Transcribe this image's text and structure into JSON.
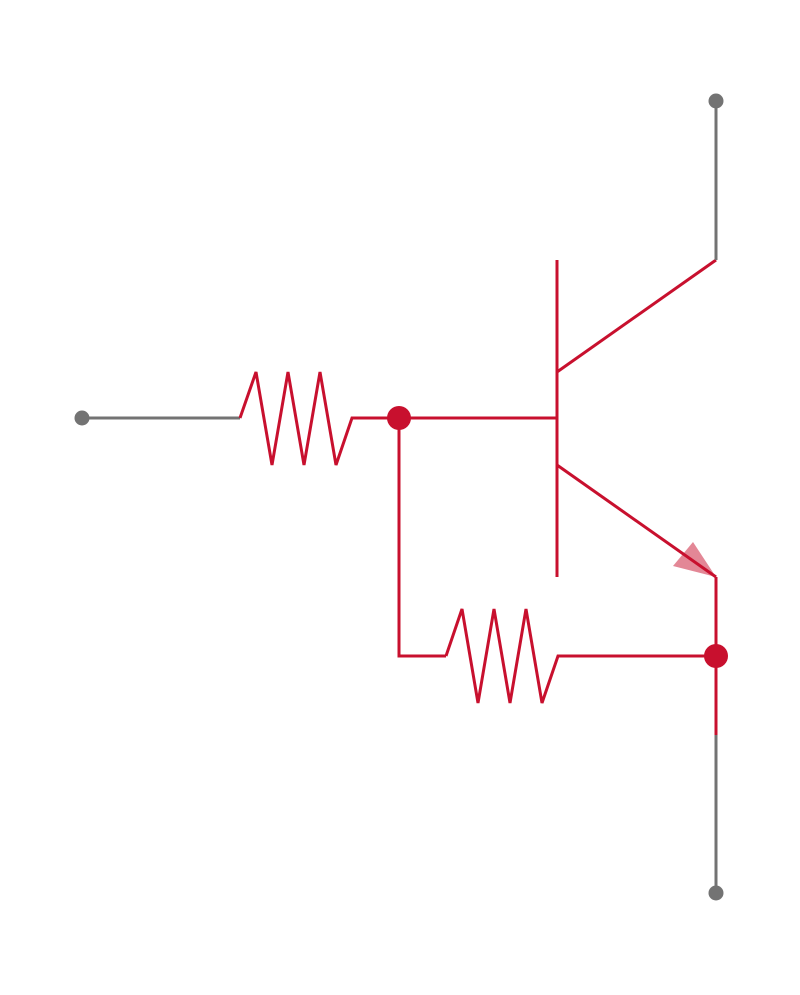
{
  "diagram": {
    "type": "circuit-schematic",
    "components": [
      "input-terminal",
      "series-resistor",
      "feedback-resistor",
      "npn-transistor",
      "collector-terminal",
      "emitter-terminal"
    ],
    "colors": {
      "active": "#c8102e",
      "terminal": "#737373",
      "arrow": "#e07a8a",
      "background": "#ffffff"
    }
  }
}
